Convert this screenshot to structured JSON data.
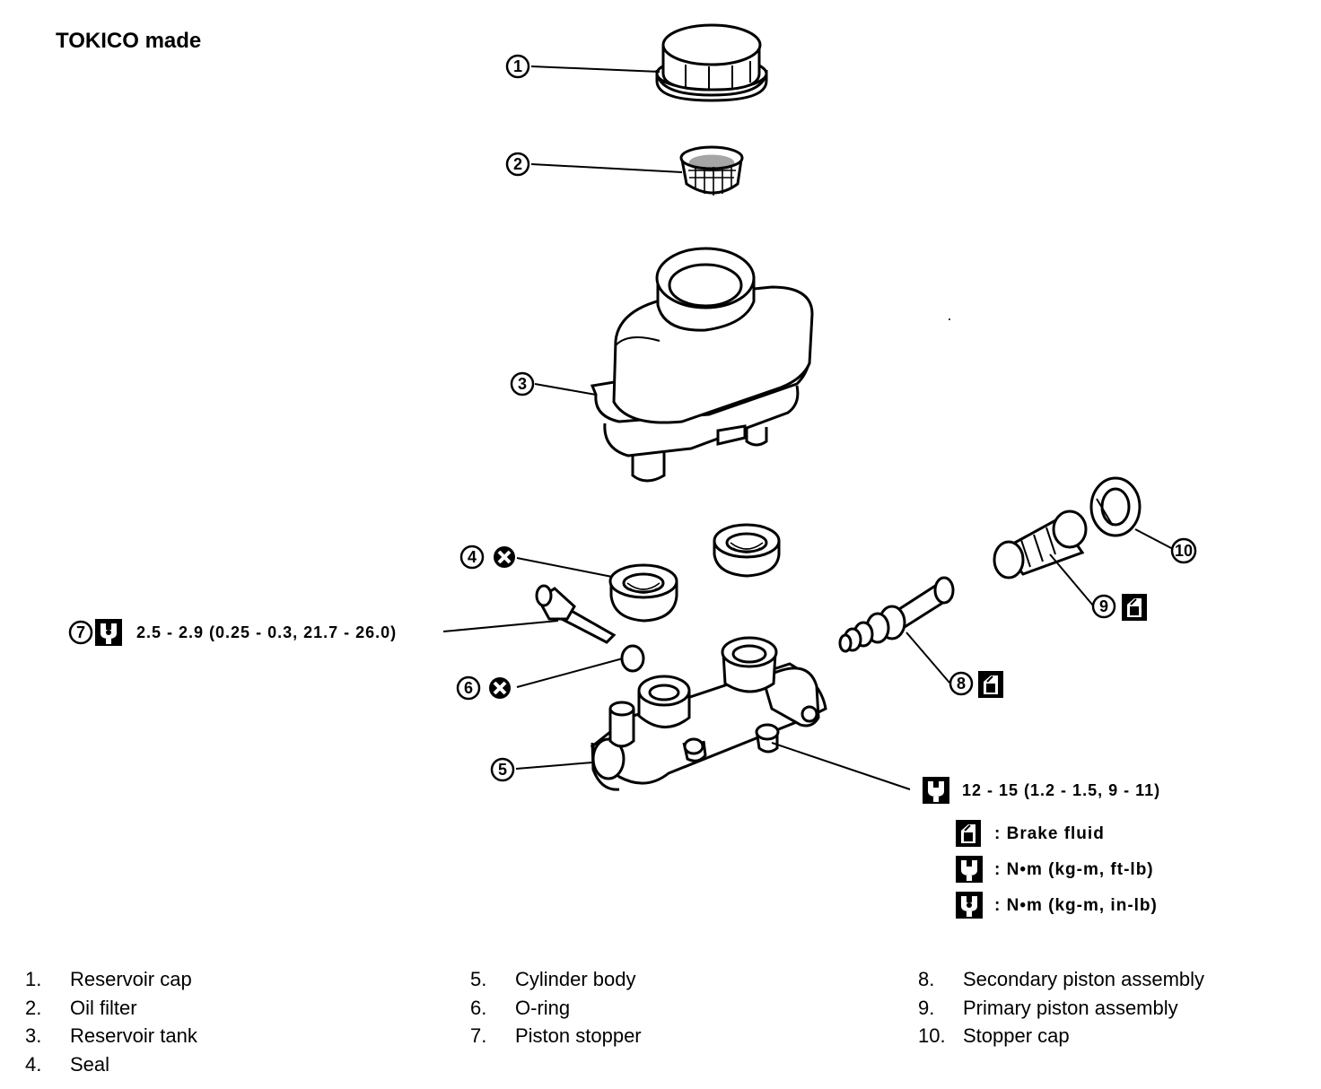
{
  "title": "TOKICO made",
  "callouts": [
    "1",
    "2",
    "3",
    "4",
    "5",
    "6",
    "7",
    "8",
    "9",
    "10"
  ],
  "specs": {
    "piston_stopper_torque": "2.5 - 2.9 (0.25 - 0.3, 21.7 - 26.0)",
    "bolt_torque": "12 - 15 (1.2 - 1.5, 9 - 11)"
  },
  "legend": {
    "brake_fluid": ": Brake  fluid",
    "torque_ft_lb": ": N•m  (kg-m,  ft-lb)",
    "torque_in_lb": ": N•m  (kg-m,  in-lb)"
  },
  "parts": [
    {
      "num": "1.",
      "name": "Reservoir cap"
    },
    {
      "num": "2.",
      "name": "Oil filter"
    },
    {
      "num": "3.",
      "name": "Reservoir tank"
    },
    {
      "num": "4.",
      "name": "Seal"
    },
    {
      "num": "5.",
      "name": "Cylinder body"
    },
    {
      "num": "6.",
      "name": "O-ring"
    },
    {
      "num": "7.",
      "name": "Piston stopper"
    },
    {
      "num": "8.",
      "name": "Secondary piston assembly"
    },
    {
      "num": "9.",
      "name": "Primary piston assembly"
    },
    {
      "num": "10.",
      "name": "Stopper cap"
    }
  ]
}
